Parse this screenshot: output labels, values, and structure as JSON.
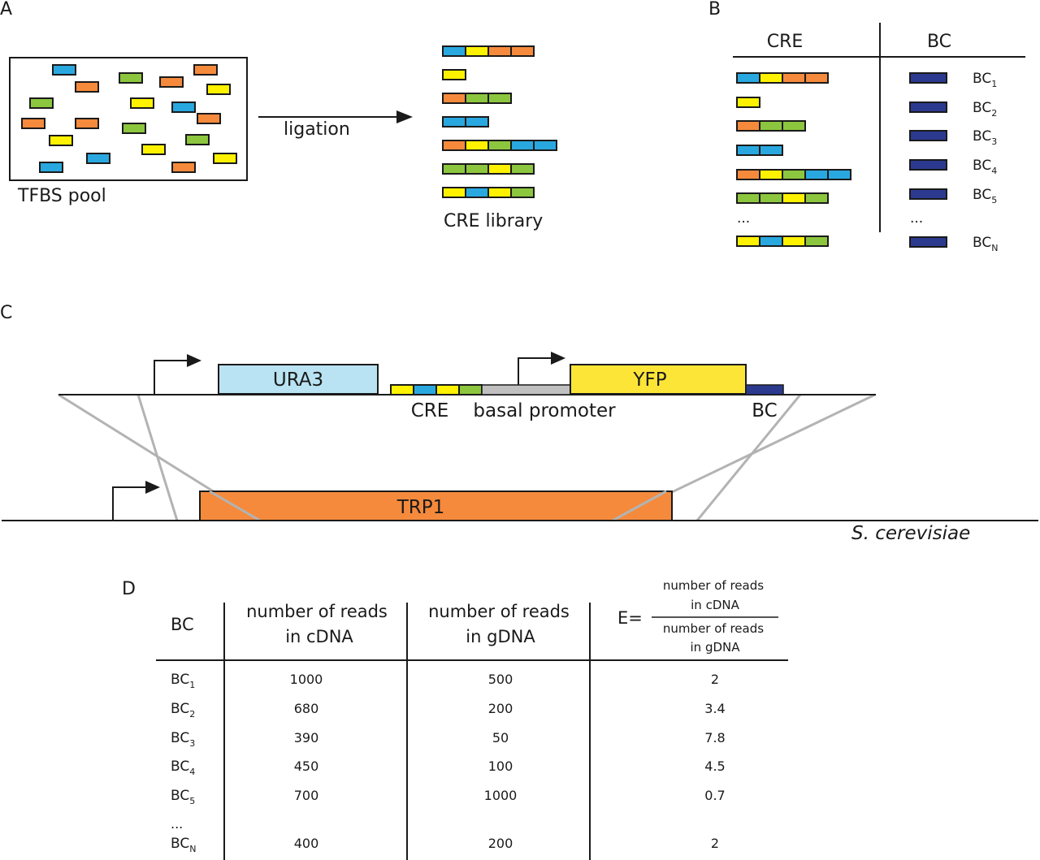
{
  "colors": {
    "blue": "#29a8e0",
    "yellow": "#fef200",
    "orange": "#f58a3c",
    "green": "#8cc63f",
    "barcode": "#2b3a8f",
    "ura3": "#b9e3f3",
    "yfp": "#fde538",
    "trp1": "#f58a3c",
    "basal": "#c0c0c0",
    "line": "#1a1a1a",
    "gray_line": "#b3b3b3"
  },
  "panel_a": {
    "letter": "A",
    "pool_label": "TFBS pool",
    "arrow_label": "ligation",
    "library_label": "CRE library",
    "pool_blocks": [
      [
        "blue",
        78,
        86
      ],
      [
        "orange",
        252,
        86
      ],
      [
        "orange",
        106,
        107
      ],
      [
        "green",
        160,
        96
      ],
      [
        "orange",
        210,
        101
      ],
      [
        "yellow",
        268,
        110
      ],
      [
        "green",
        50,
        127
      ],
      [
        "yellow",
        174,
        127
      ],
      [
        "blue",
        225,
        132
      ],
      [
        "orange",
        256,
        146
      ],
      [
        "orange",
        40,
        152
      ],
      [
        "orange",
        106,
        152
      ],
      [
        "green",
        164,
        158
      ],
      [
        "yellow",
        74,
        173
      ],
      [
        "green",
        242,
        172
      ],
      [
        "yellow",
        188,
        184
      ],
      [
        "blue",
        120,
        195
      ],
      [
        "yellow",
        276,
        195
      ],
      [
        "blue",
        62,
        206
      ],
      [
        "orange",
        225,
        206
      ]
    ],
    "library": [
      [
        "blue",
        "yellow",
        "orange",
        "orange"
      ],
      [
        "yellow"
      ],
      [
        "orange",
        "green",
        "green"
      ],
      [
        "blue",
        "blue"
      ],
      [
        "orange",
        "yellow",
        "green",
        "blue",
        "blue"
      ],
      [
        "green",
        "green",
        "yellow",
        "green"
      ],
      [
        "yellow",
        "blue",
        "yellow",
        "green"
      ]
    ]
  },
  "panel_b": {
    "letter": "B",
    "col_cre": "CRE",
    "col_bc": "BC",
    "ellipsis": "...",
    "bc_base": "BC",
    "rows": [
      {
        "cre": [
          "blue",
          "yellow",
          "orange",
          "orange"
        ],
        "sub": "1"
      },
      {
        "cre": [
          "yellow"
        ],
        "sub": "2"
      },
      {
        "cre": [
          "orange",
          "green",
          "green"
        ],
        "sub": "3"
      },
      {
        "cre": [
          "blue",
          "blue"
        ],
        "sub": "4"
      },
      {
        "cre": [
          "orange",
          "yellow",
          "green",
          "blue",
          "blue"
        ],
        "sub": "5"
      },
      {
        "cre": [
          "green",
          "green",
          "yellow",
          "green"
        ],
        "sub": ""
      },
      {
        "cre": [
          "yellow",
          "blue",
          "yellow",
          "green"
        ],
        "sub": "N"
      }
    ]
  },
  "panel_c": {
    "letter": "C",
    "ura3": "URA3",
    "yfp": "YFP",
    "cre": "CRE",
    "basal": "basal promoter",
    "bc": "BC",
    "trp1": "TRP1",
    "organism": "S. cerevisiae",
    "cre_blocks": [
      "yellow",
      "blue",
      "yellow",
      "green"
    ]
  },
  "panel_d": {
    "letter": "D",
    "headers": {
      "bc": "BC",
      "cdna_1": "number of reads",
      "cdna_2": "in cDNA",
      "gdna_1": "number of reads",
      "gdna_2": "in gDNA",
      "e_prefix": "E=",
      "e_num_1": "number of reads",
      "e_num_2": "in cDNA",
      "e_den_1": "number of reads",
      "e_den_2": "in gDNA"
    },
    "ellipsis": "...",
    "bc_base": "BC",
    "rows": [
      {
        "sub": "1",
        "cdna": "1000",
        "gdna": "500",
        "e": "2"
      },
      {
        "sub": "2",
        "cdna": "680",
        "gdna": "200",
        "e": "3.4"
      },
      {
        "sub": "3",
        "cdna": "390",
        "gdna": "50",
        "e": "7.8"
      },
      {
        "sub": "4",
        "cdna": "450",
        "gdna": "100",
        "e": "4.5"
      },
      {
        "sub": "5",
        "cdna": "700",
        "gdna": "1000",
        "e": "0.7"
      },
      {
        "sub": "N",
        "cdna": "400",
        "gdna": "200",
        "e": "2"
      }
    ]
  }
}
